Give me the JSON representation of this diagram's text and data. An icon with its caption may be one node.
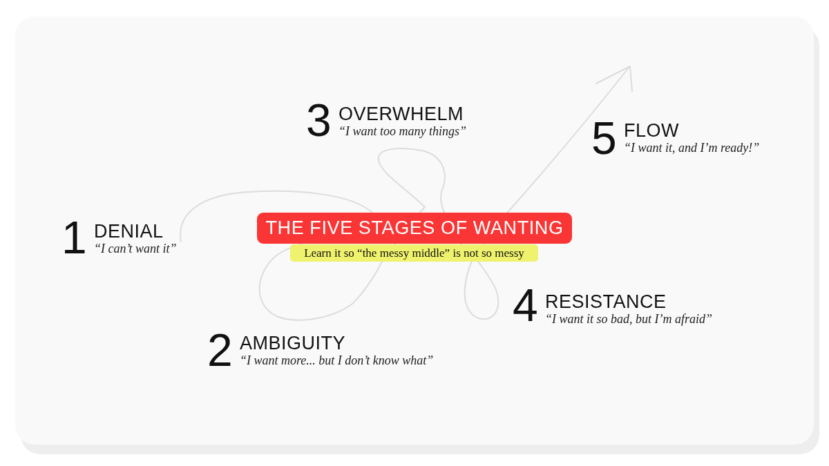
{
  "diagram": {
    "title": "THE FIVE STAGES OF WANTING",
    "labels": [
      "Learn it so “the messy middle” is not so messy",
      "1",
      "DENIAL",
      "“I can’t want it”",
      "2",
      "AMBIGUITY",
      "“I want more... but I don’t know what”",
      "3",
      "OVERWHELM",
      "“I want too many things”",
      "4",
      "RESISTANCE",
      "“I want it so bad, but I’m afraid”",
      "5",
      "FLOW",
      "“I want it, and I’m ready!”"
    ]
  }
}
